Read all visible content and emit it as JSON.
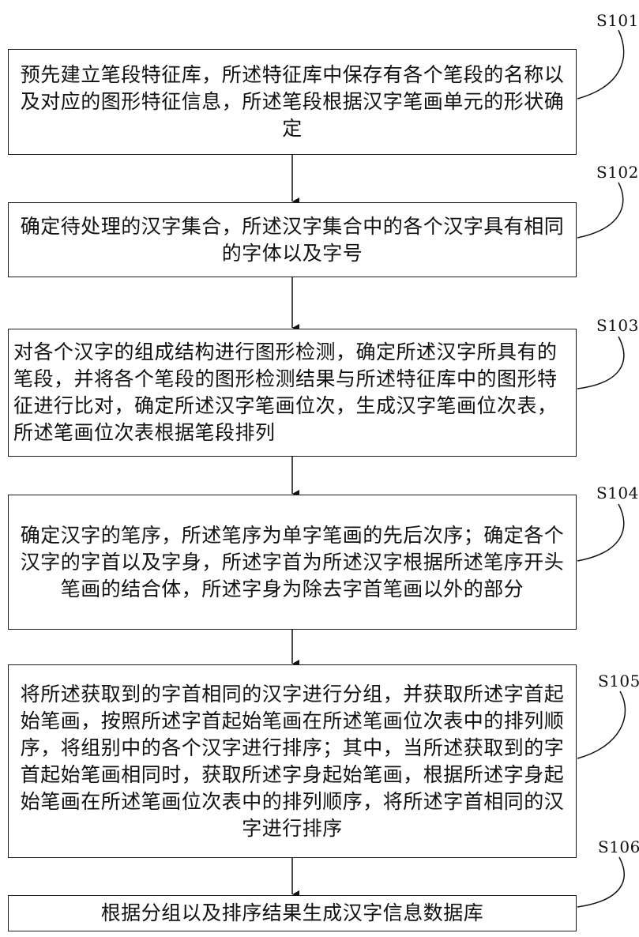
{
  "steps": [
    {
      "id": "S101",
      "text": "预先建立笔段特征库，所述特征库中保存有各个笔段的名称以及对应的图形特征信息，所述笔段根据汉字笔画单元的形状确定"
    },
    {
      "id": "S102",
      "text": "确定待处理的汉字集合，所述汉字集合中的各个汉字具有相同的字体以及字号"
    },
    {
      "id": "S103",
      "text": "对各个汉字的组成结构进行图形检测，确定所述汉字所具有的笔段，并将各个笔段的图形检测结果与所述特征库中的图形特征进行比对，确定所述汉字笔画位次，生成汉字笔画位次表，所述笔画位次表根据笔段排列"
    },
    {
      "id": "S104",
      "text": "确定汉字的笔序，所述笔序为单字笔画的先后次序；确定各个汉字的字首以及字身，所述字首为所述汉字根据所述笔序开头笔画的结合体，所述字身为除去字首笔画以外的部分"
    },
    {
      "id": "S105",
      "text": "将所述获取到的字首相同的汉字进行分组，并获取所述字首起始笔画，按照所述字首起始笔画在所述笔画位次表中的排列顺序，将组别中的各个汉字进行排序；其中，当所述获取到的字首起始笔画相同时，获取所述字身起始笔画，根据所述字身起始笔画在所述笔画位次表中的排列顺序，将所述字首相同的汉字进行排序"
    },
    {
      "id": "S106",
      "text": "根据分组以及排序结果生成汉字信息数据库"
    }
  ]
}
